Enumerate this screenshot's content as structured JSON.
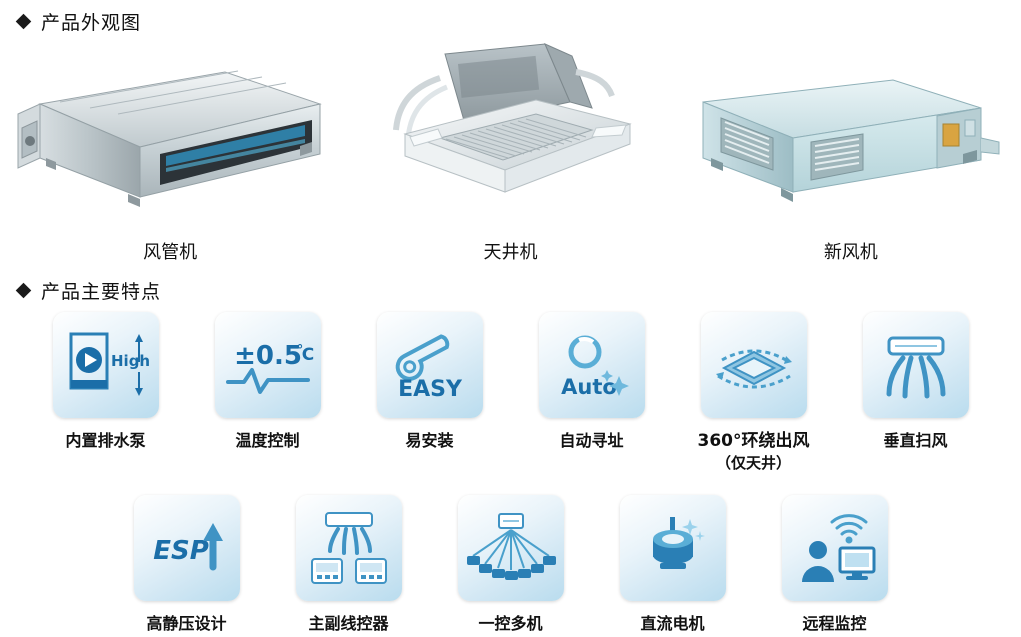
{
  "sections": {
    "appearance": {
      "title": "产品外观图",
      "bullet": "diamond-bullet"
    },
    "features": {
      "title": "产品主要特点",
      "bullet": "diamond-bullet"
    }
  },
  "products": [
    {
      "label": "风管机",
      "icon": "duct-type-air-conditioner-photo"
    },
    {
      "label": "天井机",
      "icon": "cassette-type-air-conditioner-photo"
    },
    {
      "label": "新风机",
      "icon": "fresh-air-unit-photo"
    }
  ],
  "features_row1": [
    {
      "label": "内置排水泵",
      "icon": "built-in-drain-pump-icon",
      "glyph": "High"
    },
    {
      "label": "温度控制",
      "icon": "temperature-control-icon",
      "glyph": "±0.5℃"
    },
    {
      "label": "易安装",
      "icon": "easy-install-icon",
      "glyph": "EASY"
    },
    {
      "label": "自动寻址",
      "icon": "auto-addressing-icon",
      "glyph": "Auto"
    },
    {
      "label": "360°环绕出风",
      "sub": "（仅天井）",
      "icon": "360-surround-airflow-icon",
      "glyph": ""
    },
    {
      "label": "垂直扫风",
      "icon": "vertical-swing-icon",
      "glyph": ""
    }
  ],
  "features_row2": [
    {
      "label": "高静压设计",
      "icon": "high-static-pressure-icon",
      "glyph": "ESP"
    },
    {
      "label": "主副线控器",
      "icon": "master-slave-wired-controller-icon",
      "glyph": ""
    },
    {
      "label": "一控多机",
      "icon": "one-controls-multiple-units-icon",
      "glyph": ""
    },
    {
      "label": "直流电机",
      "icon": "dc-motor-icon",
      "glyph": ""
    },
    {
      "label": "远程监控",
      "icon": "remote-monitoring-icon",
      "glyph": ""
    }
  ],
  "colors": {
    "accent": "#1b6ea8",
    "icon_tile_light": "#ffffff",
    "icon_tile_dark": "#b9dcee",
    "text": "#111111"
  }
}
